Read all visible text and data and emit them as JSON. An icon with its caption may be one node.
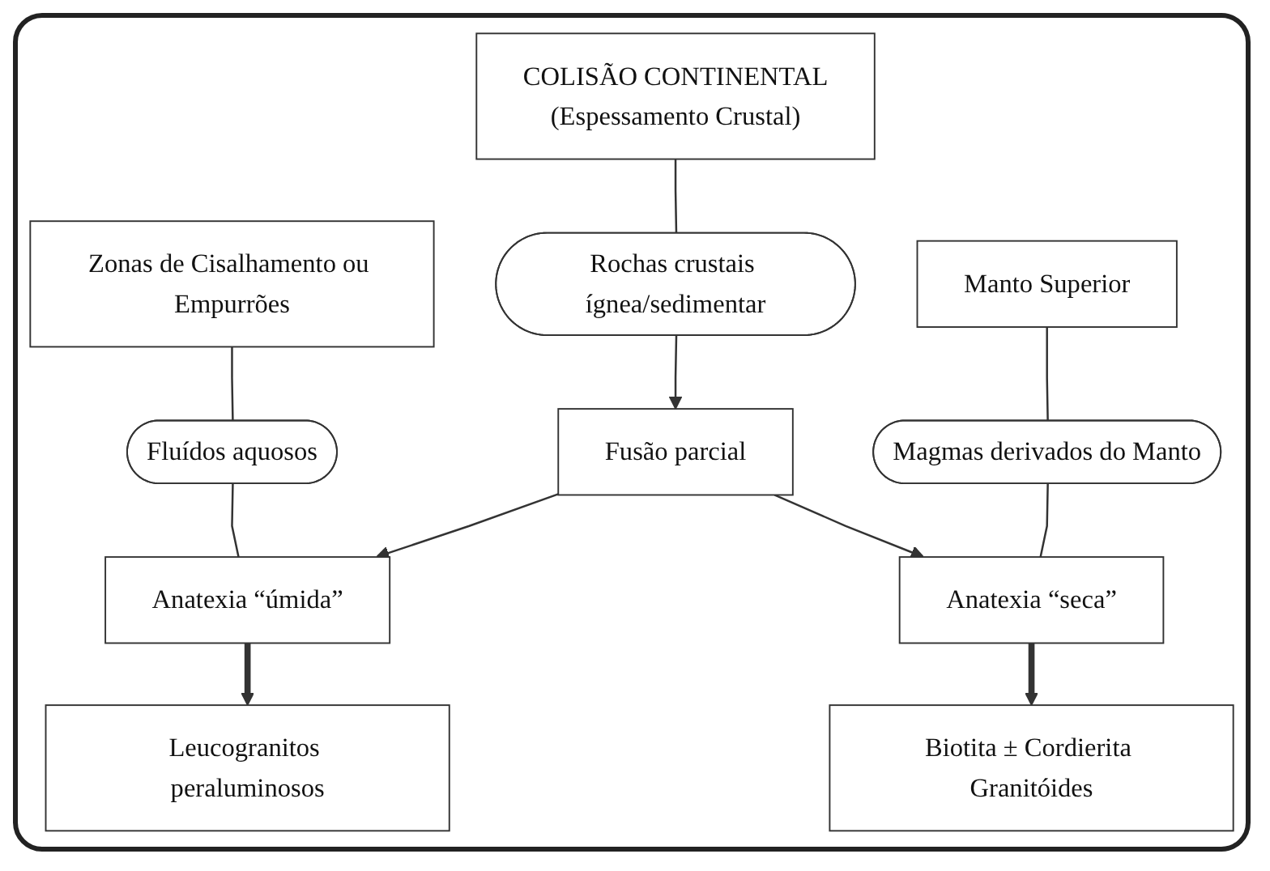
{
  "diagram": {
    "nodes": [
      {
        "text": [
          "COLISÃO CONTINENTAL",
          "(Espessamento Crustal)"
        ]
      },
      {
        "text": [
          "Zonas de Cisalhamento ou Empurrões"
        ]
      },
      {
        "text": [
          "Manto Superior"
        ]
      },
      {
        "text": [
          "Rochas crustais ígnea/sedimentar"
        ]
      },
      {
        "text": [
          "Fluídos aquosos"
        ]
      },
      {
        "text": [
          "Magmas derivados do Manto"
        ]
      },
      {
        "text": [
          "Anatexia “úmida”"
        ]
      },
      {
        "text": [
          "Fusão parcial"
        ]
      },
      {
        "text": [
          "Anatexia “seca”"
        ]
      },
      {
        "text": [
          "Leucogranitos peraluminosos"
        ]
      },
      {
        "text": [
          "Biotita ± Cordierita Granitóides"
        ]
      }
    ],
    "edges": [
      {
        "from": 0,
        "to": 3,
        "arrow": "none"
      },
      {
        "from": 3,
        "to": 7,
        "arrow": "to"
      },
      {
        "from": 1,
        "to": 4,
        "arrow": "none"
      },
      {
        "from": 4,
        "to": 6,
        "arrow": "none"
      },
      {
        "from": 2,
        "to": 5,
        "arrow": "none"
      },
      {
        "from": 5,
        "to": 8,
        "arrow": "none"
      },
      {
        "from": 7,
        "to": 6,
        "arrow": "to"
      },
      {
        "from": 7,
        "to": 8,
        "arrow": "to"
      },
      {
        "from": 6,
        "to": 9,
        "arrow": "to",
        "style": "thick"
      },
      {
        "from": 8,
        "to": 10,
        "arrow": "to",
        "style": "thick"
      }
    ]
  }
}
